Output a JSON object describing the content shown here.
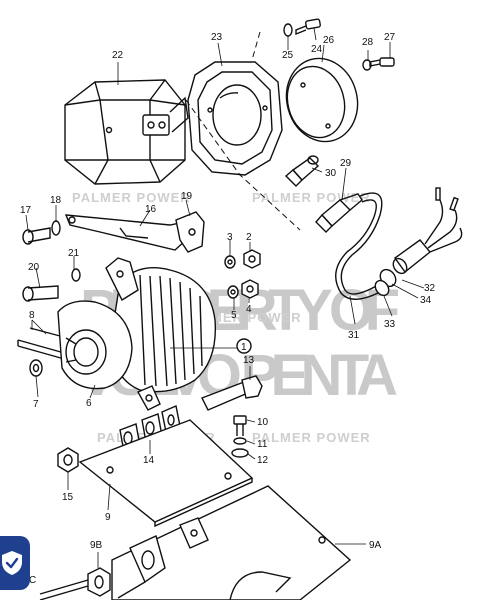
{
  "watermark": {
    "line1": "PROPERTY OF",
    "line2": "VOLVO PENTA",
    "stamp": "PALMER POWER"
  },
  "labels": {
    "p22": "22",
    "p23": "23",
    "p25": "25",
    "p24": "24",
    "p26": "26",
    "p28": "28",
    "p27": "27",
    "p29": "29",
    "p30": "30",
    "p17": "17",
    "p18": "18",
    "p16": "16",
    "p19": "19",
    "p3": "3",
    "p2": "2",
    "p20": "20",
    "p21": "21",
    "p4": "4",
    "p5": "5",
    "p8": "8",
    "p1": "1",
    "p13": "13",
    "p7": "7",
    "p6": "6",
    "p10": "10",
    "p11": "11",
    "p12": "12",
    "p14": "14",
    "p15": "15",
    "p9": "9",
    "p9b": "9B",
    "p9a": "9A",
    "p31": "31",
    "p32": "32",
    "p33": "33",
    "p34": "34",
    "pc": "C"
  },
  "badge": {
    "icon": "shield-check-icon",
    "color": "#1f3f8f"
  }
}
